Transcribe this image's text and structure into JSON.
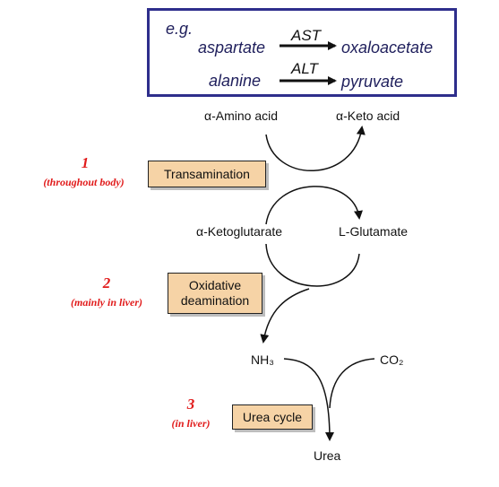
{
  "example": {
    "eg": "e.g.",
    "row1": {
      "substrate": "aspartate",
      "enzyme": "AST",
      "product": "oxaloacetate"
    },
    "row2": {
      "substrate": "alanine",
      "enzyme": "ALT",
      "product": "pyruvate"
    }
  },
  "nodes": {
    "amino_acid": "α-Amino acid",
    "keto_acid": "α-Keto acid",
    "ketoglutarate": "α-Ketoglutarate",
    "glutamate": "L-Glutamate",
    "nh3": "NH₃",
    "co2": "CO₂",
    "urea": "Urea"
  },
  "steps": [
    {
      "number": "1",
      "note": "(throughout body)",
      "label": "Transamination"
    },
    {
      "number": "2",
      "note": "(mainly in liver)",
      "label": "Oxidative deamination"
    },
    {
      "number": "3",
      "note": "(in liver)",
      "label": "Urea cycle"
    }
  ],
  "colors": {
    "box_border": "#2e2e8c",
    "step_fill": "#f6d3a6",
    "annotation": "#e11b1b"
  }
}
